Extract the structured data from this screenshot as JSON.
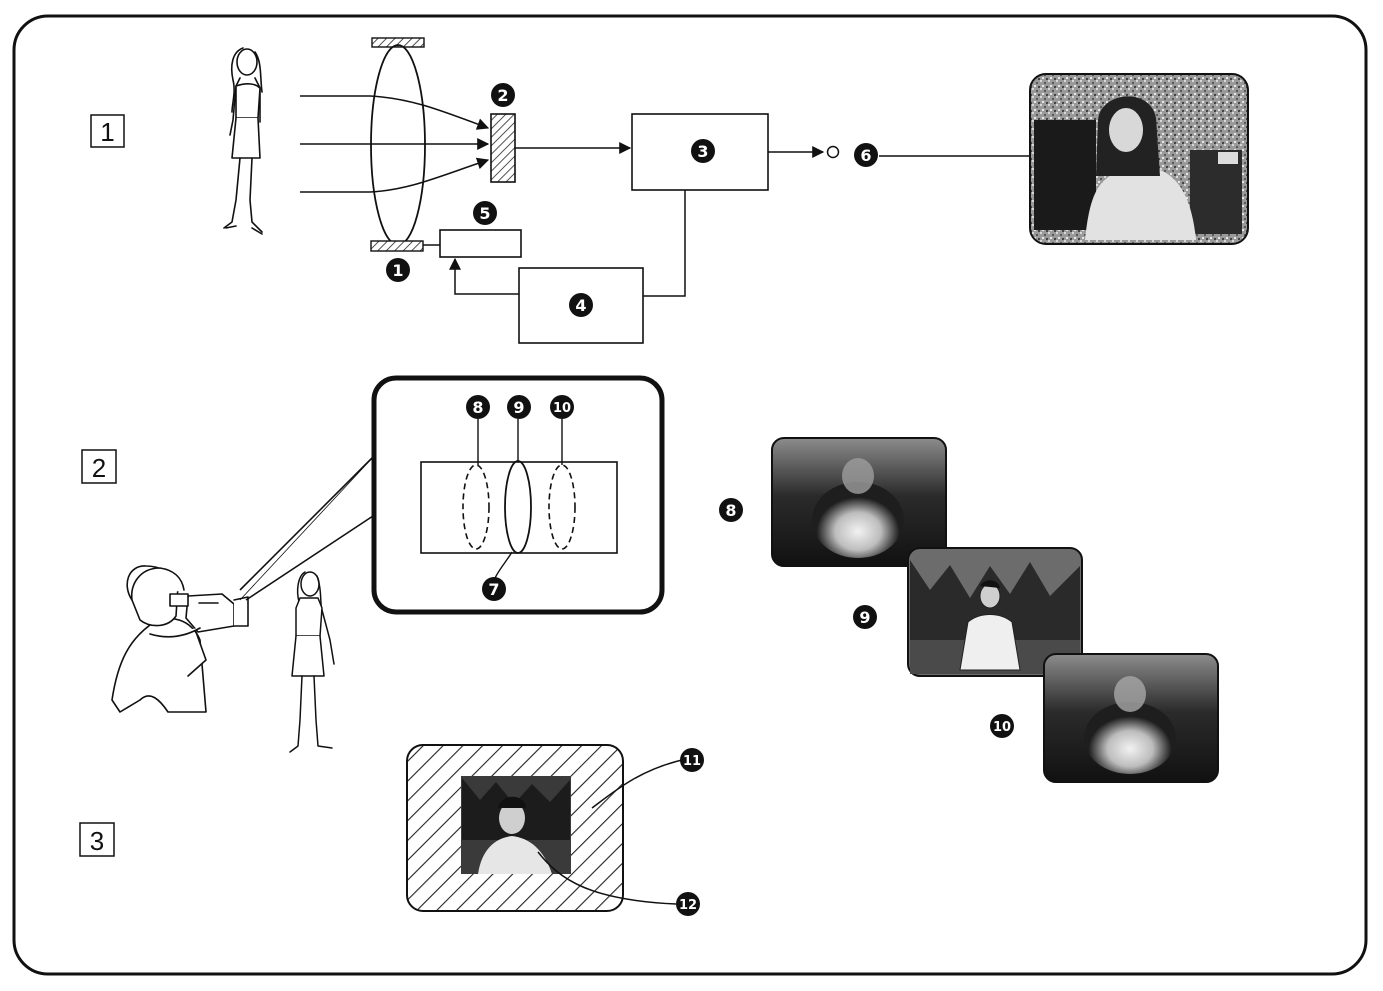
{
  "sections": [
    {
      "id": "1",
      "label": "1"
    },
    {
      "id": "2",
      "label": "2"
    },
    {
      "id": "3",
      "label": "3"
    }
  ],
  "callouts": {
    "n1": "1",
    "n2": "2",
    "n3": "3",
    "n4": "4",
    "n5": "5",
    "n6": "6",
    "n7": "7",
    "n8": "8",
    "n9": "9",
    "n10": "10",
    "n11": "11",
    "n12": "12"
  },
  "icons": {
    "subject": "standing-woman-figure-icon",
    "operator": "man-with-camcorder-icon",
    "monitor": "tv-monitor-woman-icon",
    "focus_near": "blurred-photo-icon",
    "focus_in": "sharp-photo-icon",
    "focus_far": "blurred-photo-icon",
    "viewfinder": "hatched-frame-photo-icon"
  },
  "colors": {
    "line": "#111111",
    "callout_fill": "#111111",
    "callout_text": "#ffffff",
    "photo_dark": "#2a2a2a",
    "photo_light": "#cfcfcf"
  }
}
